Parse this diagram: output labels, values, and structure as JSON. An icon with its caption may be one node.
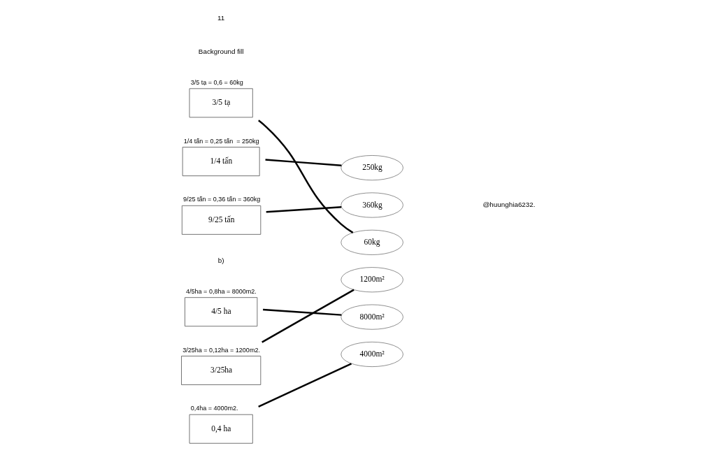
{
  "diagram": {
    "nodes": [
      {
        "text": [
          "3/5 tạ"
        ],
        "beside": [
          "3/5 tạ = 0,6 = 60kg"
        ]
      },
      {
        "text": [
          "1/4 tấn"
        ],
        "beside": [
          "1/4 tấn = 0,25 tấn  = 250kg"
        ]
      },
      {
        "text": [
          "9/25 tấn"
        ],
        "beside": [
          "9/25 tấn = 0,36 tấn = 360kg"
        ]
      },
      {
        "text": [
          "250kg"
        ]
      },
      {
        "text": [
          "360kg"
        ]
      },
      {
        "text": [
          "60kg"
        ]
      },
      {
        "text": [
          "4/5 ha"
        ],
        "beside": [
          "4/5ha = 0,8ha = 8000m2."
        ]
      },
      {
        "text": [
          "3/25ha"
        ],
        "beside": [
          "3/25ha = 0,12ha = 1200m2."
        ]
      },
      {
        "text": [
          "0,4 ha"
        ],
        "beside": [
          "0,4ha = 4000m2."
        ]
      },
      {
        "text": [
          "1200m²"
        ]
      },
      {
        "text": [
          "8000m²"
        ]
      },
      {
        "text": [
          "4000m²"
        ]
      }
    ],
    "edges": [
      {
        "from": 0,
        "to": 5,
        "arrow": "none"
      },
      {
        "from": 1,
        "to": 3,
        "arrow": "none"
      },
      {
        "from": 2,
        "to": 4,
        "arrow": "none"
      },
      {
        "from": 6,
        "to": 10,
        "arrow": "none"
      },
      {
        "from": 7,
        "to": 9,
        "arrow": "none"
      },
      {
        "from": 8,
        "to": 11,
        "arrow": "none"
      }
    ],
    "labels": [
      "11",
      "Background fill",
      "@huunghia6232.",
      "b)"
    ]
  }
}
